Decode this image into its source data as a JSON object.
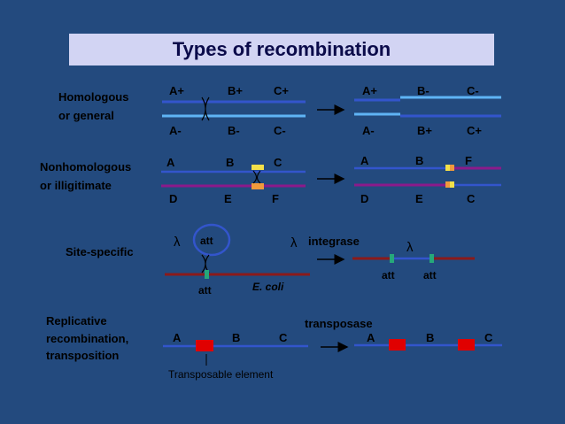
{
  "title": "Types of recombination",
  "colors": {
    "background": "#234a7e",
    "title_box": "#d2d4f3",
    "dna_blue": "#3355cc",
    "dna_light": "#5fb4f5",
    "dna_purple": "#8b1a8b",
    "dna_red": "#8b1a1a",
    "element_red": "#e00000",
    "att_green": "#26a87a",
    "yellow": "#f3e04a",
    "orange": "#f09a3c"
  },
  "homologous": {
    "label_line1": "Homologous",
    "label_line2": "or general",
    "left_top": [
      "A+",
      "B+",
      "C+"
    ],
    "left_bottom": [
      "A-",
      "B-",
      "C-"
    ],
    "right_top": [
      "A+",
      "B-",
      "C-"
    ],
    "right_bottom": [
      "A-",
      "B+",
      "C+"
    ]
  },
  "nonhomologous": {
    "label_line1": "Nonhomologous",
    "label_line2": "or illigitimate",
    "left_top": [
      "A",
      "B",
      "C"
    ],
    "left_bottom": [
      "D",
      "E",
      "F"
    ],
    "right_top": [
      "A",
      "B",
      "F"
    ],
    "right_bottom": [
      "D",
      "E",
      "C"
    ]
  },
  "site_specific": {
    "label": "Site-specific",
    "lambda": "λ",
    "att": "att",
    "ecoli": "E. coli",
    "integrase": "integrase"
  },
  "replicative": {
    "label_line1": "Replicative",
    "label_line2": "recombination,",
    "label_line3": "transposition",
    "transposase": "transposase",
    "element_label": "Transposable element",
    "left": [
      "A",
      "B",
      "C"
    ],
    "right": [
      "A",
      "B",
      "C"
    ]
  }
}
